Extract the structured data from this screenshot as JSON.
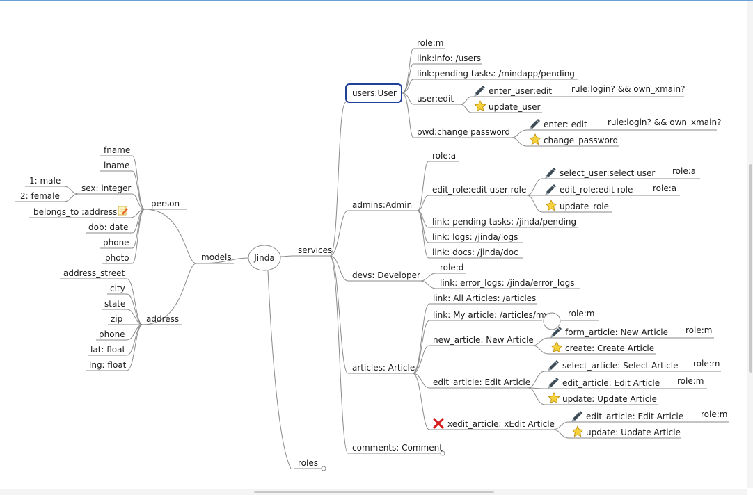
{
  "map": {
    "root": "Jinda",
    "models": {
      "label": "models",
      "person": {
        "label": "person",
        "fields": [
          "fname",
          "lname",
          "sex: integer",
          "belongs_to :address",
          "dob: date",
          "phone",
          "photo"
        ],
        "sex_values": [
          "1: male",
          "2: female"
        ]
      },
      "address": {
        "label": "address",
        "fields": [
          "address_street",
          "city",
          "state",
          "zip",
          "phone",
          "lat: float",
          "lng: float"
        ]
      }
    },
    "services": {
      "label": "services",
      "users": {
        "label": "users:User",
        "role": "role:m",
        "link_info": "link:info: /users",
        "link_pending": "link:pending tasks: /mindapp/pending",
        "user_edit": "user:edit",
        "enter_user_edit": "enter_user:edit",
        "rule_login_1": "rule:login? && own_xmain?",
        "update_user": "update_user",
        "pwd": "pwd:change password",
        "enter_edit": "enter: edit",
        "rule_login_2": "rule:login? && own_xmain?",
        "change_password": "change_password"
      },
      "admins": {
        "label": "admins:Admin",
        "role": "role:a",
        "edit_role": "edit_role:edit user role",
        "select_user": "select_user:select user",
        "select_user_role": "role:a",
        "edit_role_edit": "edit_role:edit role",
        "edit_role_role": "role:a",
        "update_role": "update_role",
        "link_pending": "link: pending tasks: /jinda/pending",
        "link_logs": "link: logs: /jinda/logs",
        "link_docs": "link: docs: /jinda/doc"
      },
      "devs": {
        "label": "devs: Developer",
        "role": "role:d",
        "link_error_logs": "link: error_logs: /jinda/error_logs"
      },
      "articles": {
        "label": "articles: Article",
        "link_all": "link: All Articles: /articles",
        "link_my": "link: My article: /articles/my",
        "link_my_role": "role:m",
        "new_article": "new_article: New Article",
        "form_article": "form_article: New Article",
        "form_article_role": "role:m",
        "create": "create: Create Article",
        "edit_article": "edit_article: Edit Article",
        "select_article": "select_article: Select Article",
        "select_article_role": "role:m",
        "edit_article_edit": "edit_article: Edit Article",
        "edit_article_role": "role:m",
        "update": "update: Update Article",
        "xedit_article": "xedit_article: xEdit Article",
        "xedit_edit": "edit_article: Edit Article",
        "xedit_edit_role": "role:m",
        "xedit_update": "update: Update Article"
      },
      "comments": {
        "label": "comments: Comment"
      }
    },
    "roles": "roles"
  },
  "icons": {
    "edit_note": "notepad-icon",
    "pencil": "pencil-icon",
    "star": "star-icon",
    "cancel": "red-x-icon"
  },
  "colors": {
    "edge": "#8a8a8a",
    "selected_border": "#1f3f99",
    "star_fill": "#f5d23c",
    "pencil": "#3b4a55",
    "cancel": "#d62020",
    "top_border": "#6aa0d8"
  }
}
